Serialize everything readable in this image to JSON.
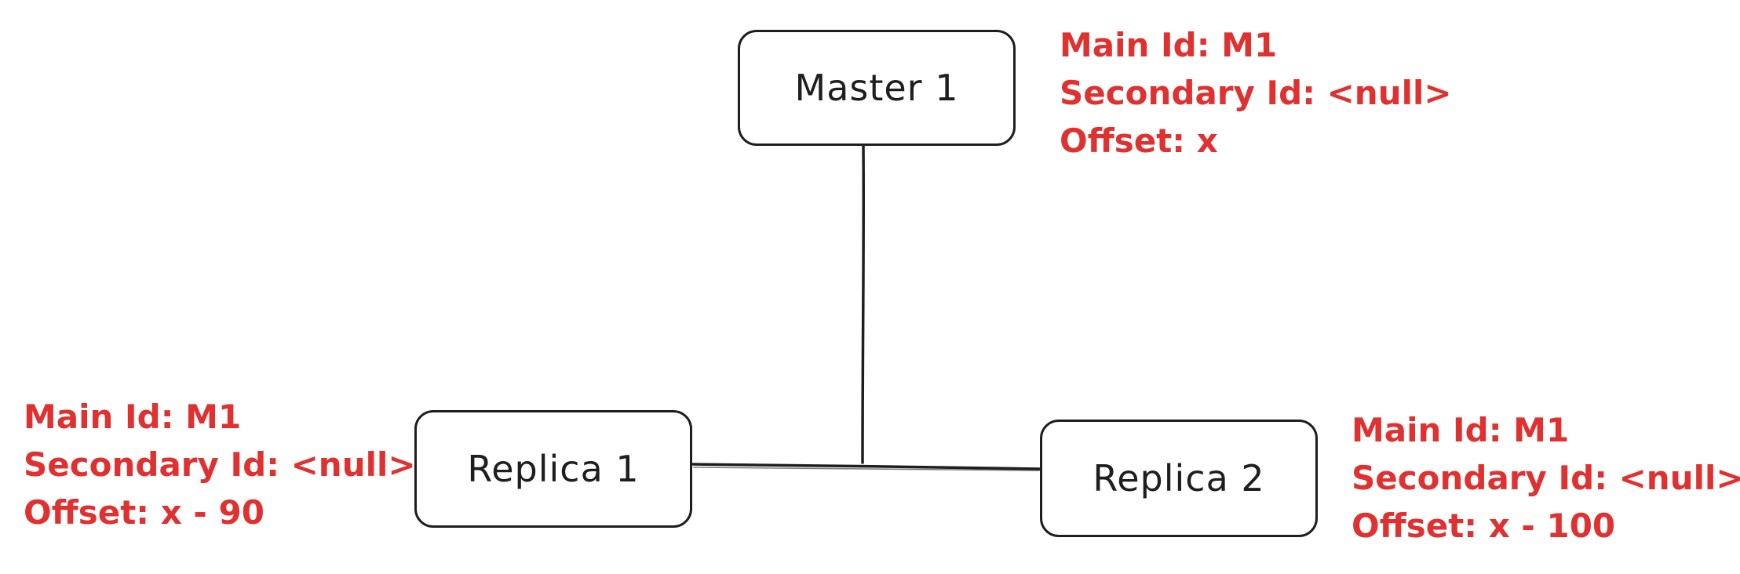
{
  "colors": {
    "stroke": "#1e1e1e",
    "annotation": "#e03131",
    "background": "#ffffff"
  },
  "nodes": {
    "master": {
      "label": "Master 1"
    },
    "replica1": {
      "label": "Replica 1"
    },
    "replica2": {
      "label": "Replica 2"
    }
  },
  "annotations": {
    "master": {
      "main_id": "Main Id: M1",
      "secondary_id": "Secondary Id: <null>",
      "offset": "Offset: x"
    },
    "replica1": {
      "main_id": "Main Id: M1",
      "secondary_id": "Secondary Id: <null>",
      "offset": "Offset: x - 90"
    },
    "replica2": {
      "main_id": "Main Id: M1",
      "secondary_id": "Secondary Id: <null>",
      "offset": "Offset: x - 100"
    }
  }
}
